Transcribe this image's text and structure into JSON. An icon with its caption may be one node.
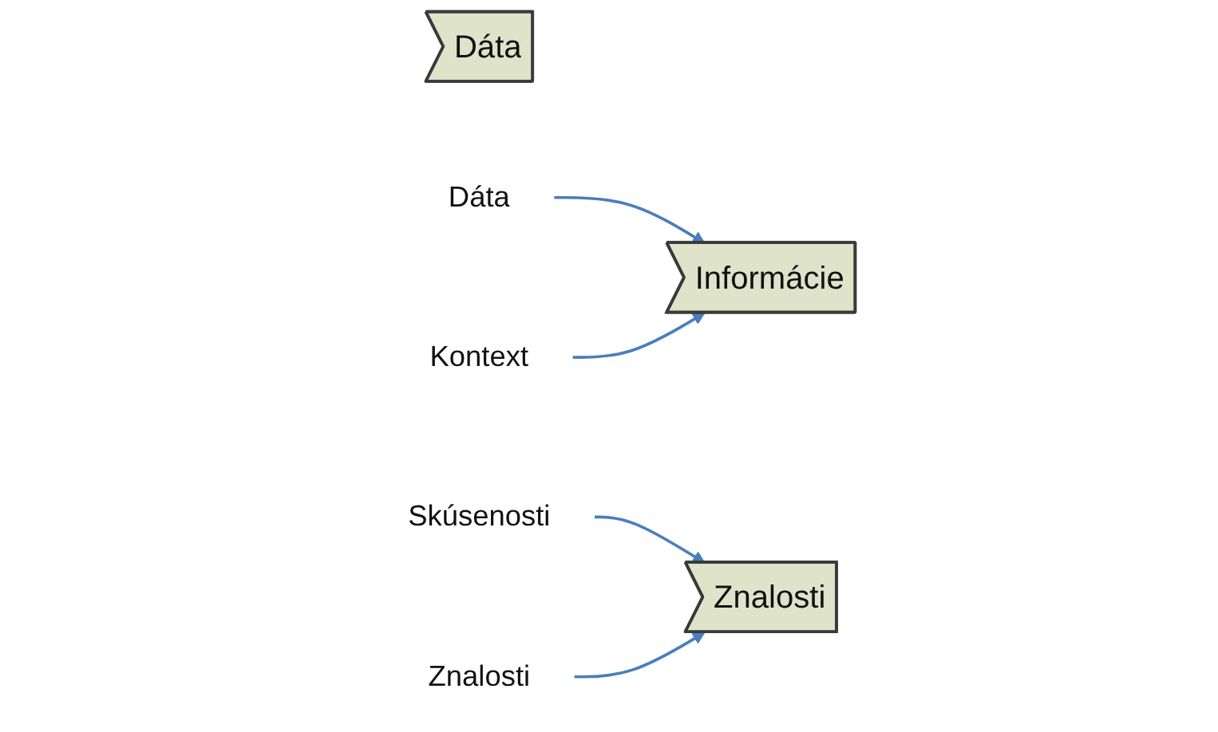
{
  "diagram": {
    "nodes": [
      {
        "text": [
          "Dáta"
        ]
      },
      {
        "text": [
          "Informácie"
        ]
      },
      {
        "text": [
          "Znalosti"
        ]
      },
      {
        "text": [
          "Dáta"
        ]
      },
      {
        "text": [
          "Kontext"
        ]
      },
      {
        "text": [
          "Skúsenosti"
        ]
      },
      {
        "text": [
          "Znalosti"
        ]
      }
    ],
    "edges": [
      {
        "from": 3,
        "to": 1,
        "arrow": "to"
      },
      {
        "from": 4,
        "to": 1,
        "arrow": "to"
      },
      {
        "from": 5,
        "to": 2,
        "arrow": "to"
      },
      {
        "from": 6,
        "to": 2,
        "arrow": "to"
      }
    ]
  }
}
